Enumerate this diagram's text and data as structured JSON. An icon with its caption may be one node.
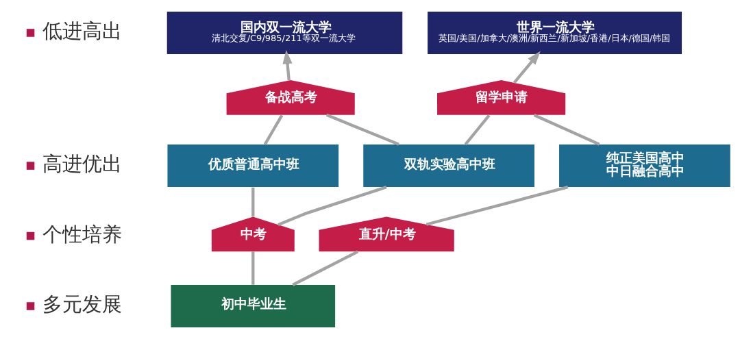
{
  "diagram": {
    "nodes": [
      {
        "text": [
          "国内双一流大学",
          "清北交复/C9/985/211等双一流大学"
        ]
      },
      {
        "text": [
          "世界一流大学",
          "英国/美国/加拿大/澳洲/新西兰/新加坡/香港/日本/德国/韩国"
        ]
      },
      {
        "text": [
          "备战高考"
        ]
      },
      {
        "text": [
          "留学申请"
        ]
      },
      {
        "text": [
          "优质普通高中班"
        ]
      },
      {
        "text": [
          "双轨实验高中班"
        ]
      },
      {
        "text": [
          "纯正美国高中",
          "中日融合高中"
        ]
      },
      {
        "text": [
          "中考"
        ]
      },
      {
        "text": [
          "直升/中考"
        ]
      },
      {
        "text": [
          "初中毕业生"
        ]
      }
    ],
    "edges": [
      {
        "from": 9,
        "to": 7,
        "arrow": "none"
      },
      {
        "from": 9,
        "to": 8,
        "arrow": "none"
      },
      {
        "from": 7,
        "to": 4,
        "arrow": "none"
      },
      {
        "from": 7,
        "to": 5,
        "arrow": "none"
      },
      {
        "from": 8,
        "to": 6,
        "arrow": "none"
      },
      {
        "from": 4,
        "to": 2,
        "arrow": "none"
      },
      {
        "from": 5,
        "to": 2,
        "arrow": "none"
      },
      {
        "from": 5,
        "to": 3,
        "arrow": "none"
      },
      {
        "from": 6,
        "to": 3,
        "arrow": "none"
      },
      {
        "from": 2,
        "to": 0,
        "arrow": "to"
      },
      {
        "from": 3,
        "to": 1,
        "arrow": "to"
      }
    ],
    "labels": [
      "低进高出",
      "高进优出",
      "个性培养",
      "多元发展"
    ]
  }
}
